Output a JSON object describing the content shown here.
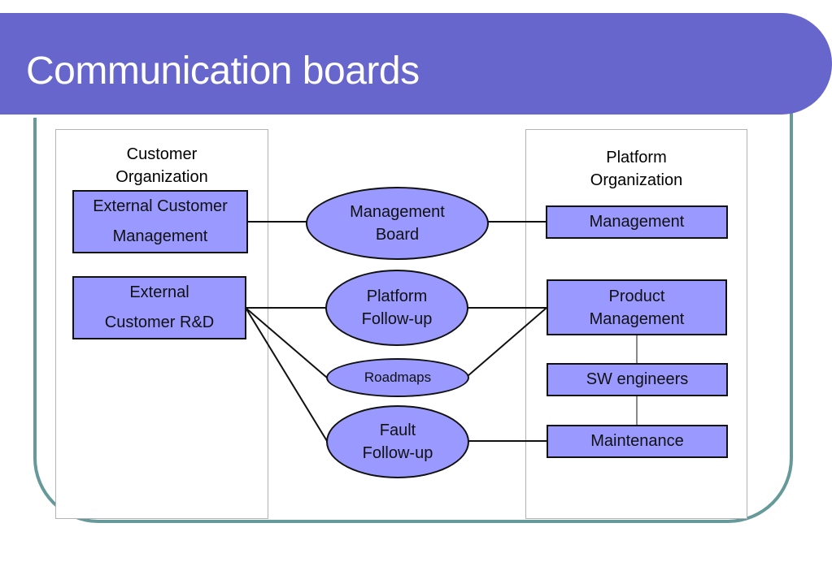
{
  "slide": {
    "title": "Communication boards",
    "colors": {
      "title_bar": "#6666CC",
      "frame": "#669999",
      "shape_fill": "#9999FF",
      "shape_stroke": "#111111"
    }
  },
  "customer_org": {
    "label_line1": "Customer",
    "label_line2": "Organization",
    "boxes": [
      {
        "id": "ext-cust-mgmt",
        "line1": "External Customer",
        "line2": "Management"
      },
      {
        "id": "ext-cust-rd",
        "line1": "External",
        "line2": "Customer R&D"
      }
    ]
  },
  "boards": [
    {
      "id": "mgmt-board",
      "line1": "Management",
      "line2": "Board"
    },
    {
      "id": "platform-followup",
      "line1": "Platform",
      "line2": "Follow-up"
    },
    {
      "id": "roadmaps",
      "line1": "Roadmaps",
      "line2": ""
    },
    {
      "id": "fault-followup",
      "line1": "Fault",
      "line2": "Follow-up"
    }
  ],
  "platform_org": {
    "label_line1": "Platform",
    "label_line2": "Organization",
    "boxes": [
      {
        "id": "management",
        "line1": "Management",
        "line2": ""
      },
      {
        "id": "product-mgmt",
        "line1": "Product",
        "line2": "Management"
      },
      {
        "id": "sw-engineers",
        "line1": "SW engineers",
        "line2": ""
      },
      {
        "id": "maintenance",
        "line1": "Maintenance",
        "line2": ""
      }
    ]
  },
  "connections": [
    {
      "from": "ext-cust-mgmt",
      "to": "mgmt-board"
    },
    {
      "from": "mgmt-board",
      "to": "management"
    },
    {
      "from": "ext-cust-rd",
      "to": "platform-followup"
    },
    {
      "from": "ext-cust-rd",
      "to": "roadmaps"
    },
    {
      "from": "ext-cust-rd",
      "to": "fault-followup"
    },
    {
      "from": "platform-followup",
      "to": "product-mgmt"
    },
    {
      "from": "roadmaps",
      "to": "product-mgmt"
    },
    {
      "from": "fault-followup",
      "to": "maintenance"
    },
    {
      "from": "product-mgmt",
      "to": "sw-engineers"
    },
    {
      "from": "sw-engineers",
      "to": "maintenance"
    }
  ]
}
